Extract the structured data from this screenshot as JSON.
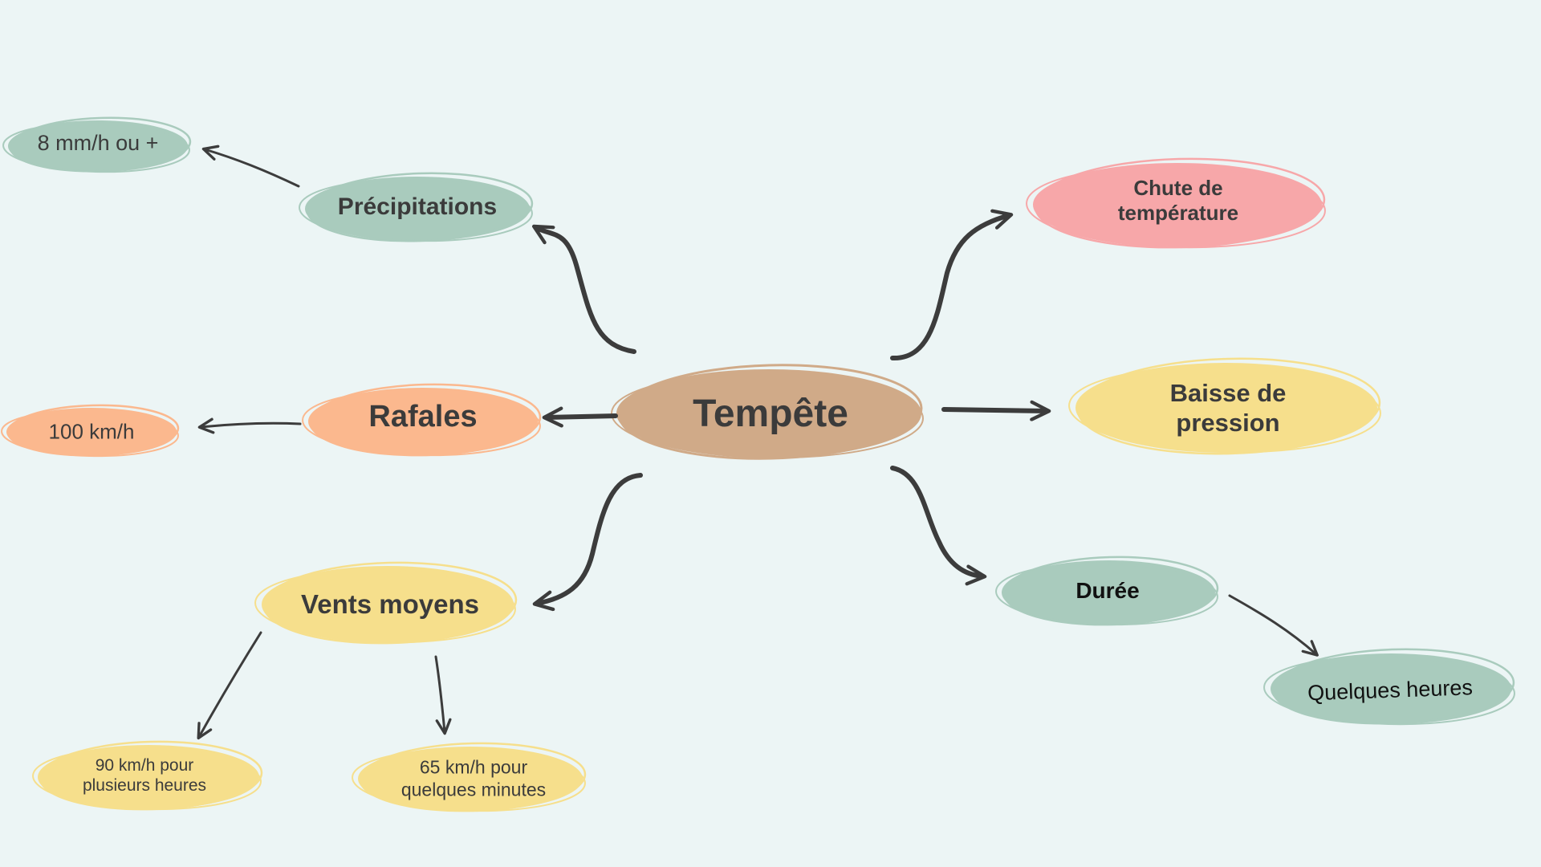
{
  "diagram": {
    "center": {
      "text": "Tempête",
      "color": "#d0aa88"
    },
    "nodes": {
      "precipitations": {
        "text": "Précipitations",
        "color": "#a9cbbd"
      },
      "precipitations_value": {
        "text": "8 mm/h ou +",
        "color": "#a9cbbd"
      },
      "rafales": {
        "text": "Rafales",
        "color": "#fbb88e"
      },
      "rafales_value": {
        "text": "100 km/h",
        "color": "#fbb88e"
      },
      "vents_moyens": {
        "text": "Vents moyens",
        "color": "#f6df8c"
      },
      "vents_value_1": {
        "line1": "90 km/h pour",
        "line2": "plusieurs heures",
        "color": "#f6df8c"
      },
      "vents_value_2": {
        "line1": "65 km/h pour",
        "line2": "quelques minutes",
        "color": "#f6df8c"
      },
      "chute_temperature": {
        "line1": "Chute de",
        "line2": "température",
        "color": "#f7a7a9"
      },
      "baisse_pression": {
        "line1": "Baisse de",
        "line2": "pression",
        "color": "#f6df8c"
      },
      "duree": {
        "text": "Durée",
        "color": "#a9cbbd"
      },
      "duree_value": {
        "text": "Quelques heures",
        "color": "#a9cbbd"
      }
    },
    "edges": [
      {
        "from": "Tempête",
        "to": "Précipitations"
      },
      {
        "from": "Précipitations",
        "to": "8 mm/h ou +"
      },
      {
        "from": "Tempête",
        "to": "Rafales"
      },
      {
        "from": "Rafales",
        "to": "100 km/h"
      },
      {
        "from": "Tempête",
        "to": "Vents moyens"
      },
      {
        "from": "Vents moyens",
        "to": "90 km/h pour plusieurs heures"
      },
      {
        "from": "Vents moyens",
        "to": "65 km/h pour quelques minutes"
      },
      {
        "from": "Tempête",
        "to": "Chute de température"
      },
      {
        "from": "Tempête",
        "to": "Baisse de pression"
      },
      {
        "from": "Tempête",
        "to": "Durée"
      },
      {
        "from": "Durée",
        "to": "Quelques heures"
      }
    ]
  }
}
